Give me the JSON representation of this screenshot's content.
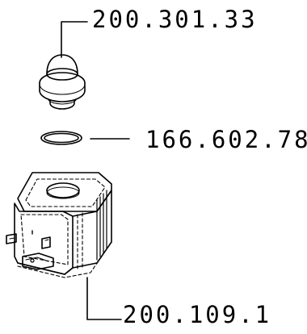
{
  "parts": [
    {
      "part_number": "200.301.33",
      "depicts": "plunger-cap"
    },
    {
      "part_number": "166.602.78",
      "depicts": "o-ring"
    },
    {
      "part_number": "200.109.1",
      "depicts": "solenoid-coil"
    }
  ],
  "colors": {
    "line": "#000000",
    "background": "#ffffff"
  }
}
